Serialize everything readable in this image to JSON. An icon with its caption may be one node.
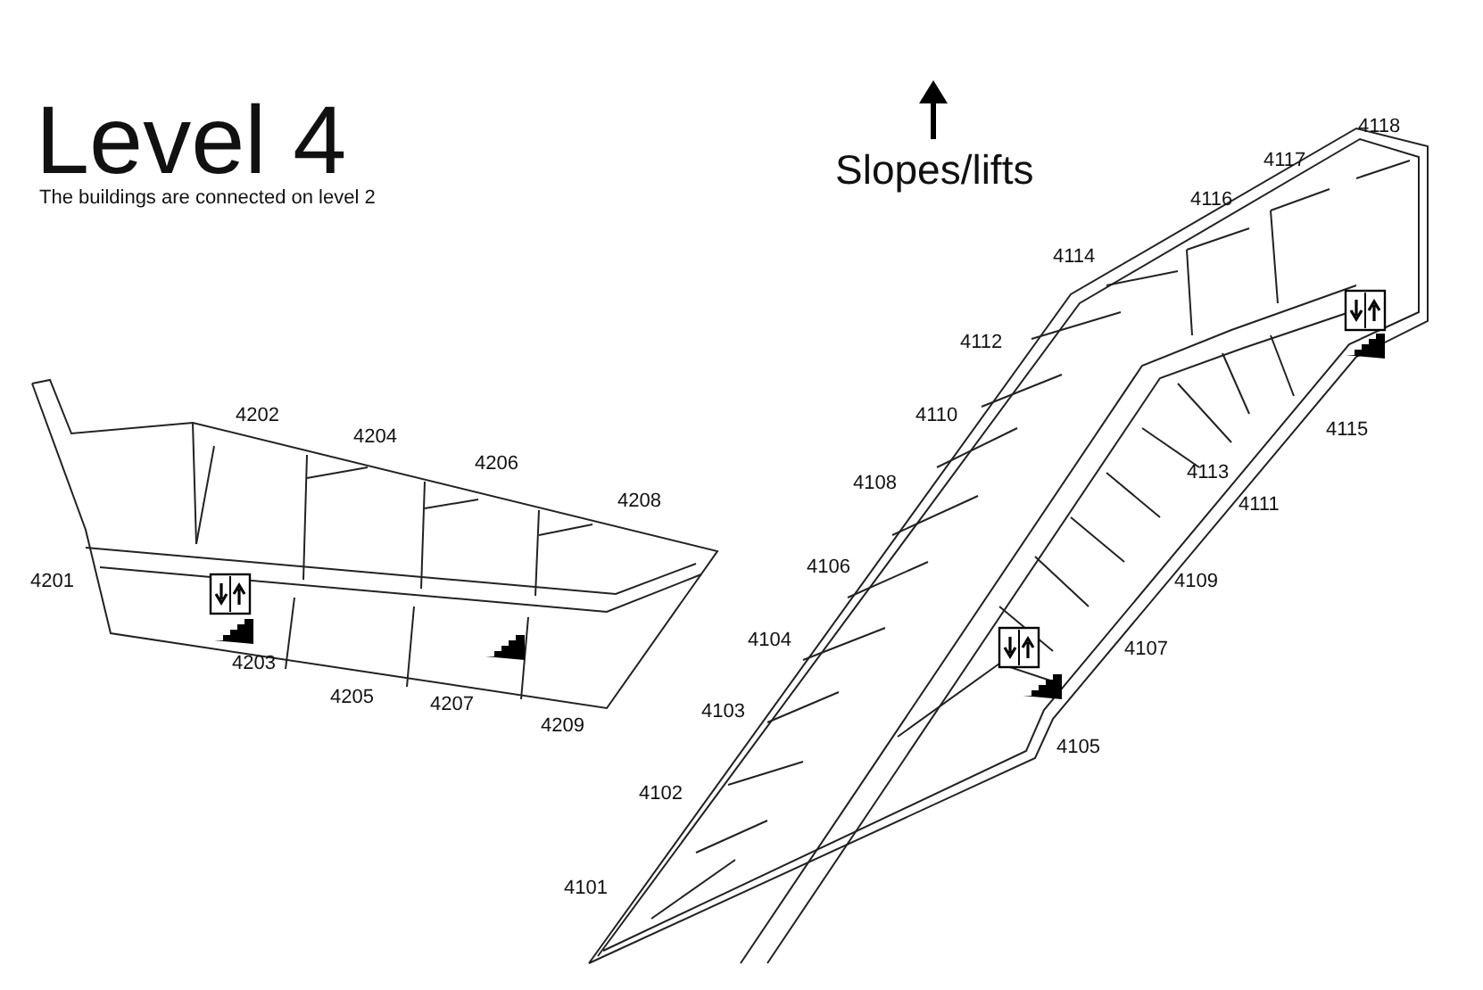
{
  "diagram": {
    "title": "Level 4",
    "labels": [
      "The buildings are connected on level 2",
      "Slopes/lifts",
      "4118",
      "4117",
      "4116",
      "4114",
      "4112",
      "4115",
      "4110",
      "4113",
      "4202",
      "4204",
      "4108",
      "4111",
      "4206",
      "4208",
      "4201",
      "4106",
      "4109",
      "4104",
      "4203",
      "4107",
      "4205",
      "4207",
      "4209",
      "4103",
      "4105",
      "4102",
      "4101"
    ]
  }
}
